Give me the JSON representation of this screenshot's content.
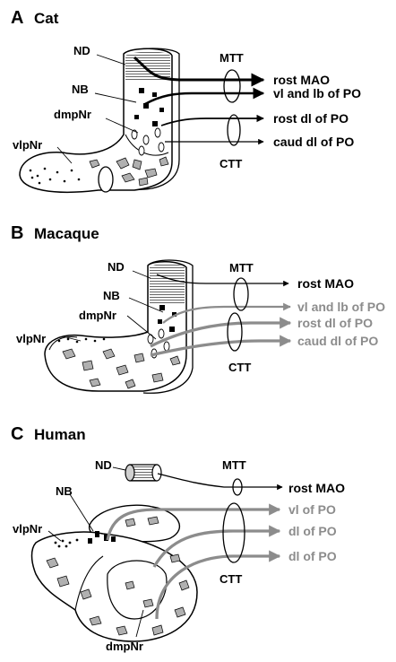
{
  "colors": {
    "black": "#000000",
    "gray": "#8c8c8c",
    "tissue": "#ffffff"
  },
  "panels": [
    {
      "letter": "A",
      "species": "Cat",
      "labels": {
        "nd": "ND",
        "nb": "NB",
        "dmpnr": "dmpNr",
        "vlpnr": "vlpNr",
        "mtt": "MTT",
        "ctt": "CTT"
      },
      "targets": [
        "rost MAO",
        "vl and lb of PO",
        "rost dl of PO",
        "caud dl of PO"
      ],
      "target_colors": [
        "black",
        "black",
        "black",
        "black"
      ]
    },
    {
      "letter": "B",
      "species": "Macaque",
      "labels": {
        "nd": "ND",
        "nb": "NB",
        "dmpnr": "dmpNr",
        "vlpnr": "vlpNr",
        "mtt": "MTT",
        "ctt": "CTT"
      },
      "targets": [
        "rost MAO",
        "vl and lb of PO",
        "rost dl of PO",
        "caud dl of PO"
      ],
      "target_colors": [
        "black",
        "gray",
        "gray",
        "gray"
      ]
    },
    {
      "letter": "C",
      "species": "Human",
      "labels": {
        "nd": "ND",
        "nb": "NB",
        "dmpnr": "dmpNr",
        "vlpnr": "vlpNr",
        "mtt": "MTT",
        "ctt": "CTT"
      },
      "targets": [
        "rost MAO",
        "vl of PO",
        "dl of PO",
        "dl of PO"
      ],
      "target_colors": [
        "black",
        "gray",
        "gray",
        "gray"
      ]
    }
  ]
}
